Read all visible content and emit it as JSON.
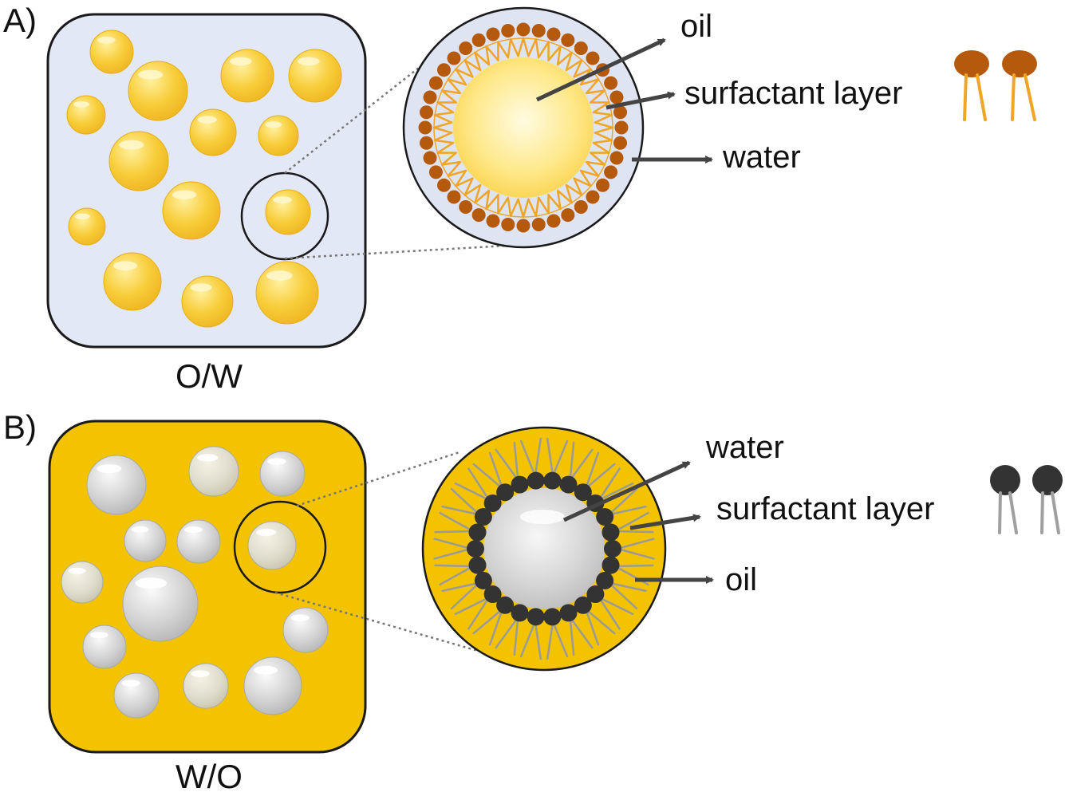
{
  "panels": [
    {
      "id": "A",
      "letter": "A)",
      "caption": "O/W",
      "labels": {
        "core": "oil",
        "layer": "surfactant layer",
        "medium": "water"
      },
      "colors": {
        "box_fill": "#e3e8f7",
        "droplet": "#f7c93c",
        "droplet_light": "#fff3b0",
        "zoom_medium": "#dfe4f3",
        "core": "#fde47a",
        "core_light": "#fffbe2",
        "head": "#b5590d",
        "tail": "#f0a524"
      }
    },
    {
      "id": "B",
      "letter": "B)",
      "caption": "W/O",
      "labels": {
        "core": "water",
        "layer": "surfactant layer",
        "medium": "oil"
      },
      "colors": {
        "box_fill": "#f3c300",
        "droplet": "#c9c9c9",
        "droplet_light": "#f7f7f7",
        "zoom_medium": "#f3c300",
        "core": "#c8c8c8",
        "core_light": "#f6f6f6",
        "head": "#333333",
        "tail": "#9a9a9a"
      }
    }
  ]
}
